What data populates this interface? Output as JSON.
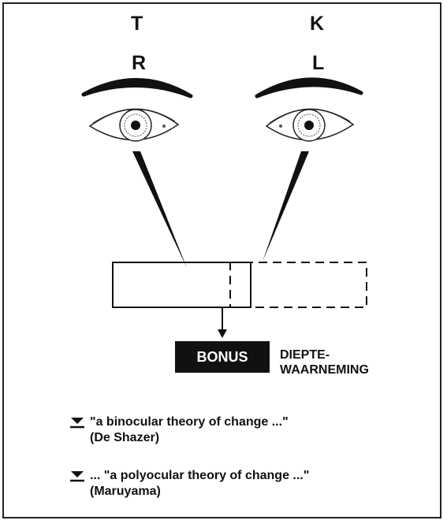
{
  "labels": {
    "right_top": "T",
    "right_bottom": "R",
    "left_top": "K",
    "left_bottom": "L"
  },
  "bonus": "BONUS",
  "diepte_line1": "DIEPTE-",
  "diepte_line2": "WAARNEMING",
  "quotes": [
    {
      "text": "\"a binocular theory of change ...\"",
      "source": "(De Shazer)"
    },
    {
      "text": "... \"a polyocular theory of change ...\"",
      "source": "(Maruyama)"
    }
  ],
  "colors": {
    "ink": "#111111",
    "background": "#ffffff"
  },
  "icons": [
    "eye-icon",
    "eyebrow-icon",
    "down-arrow-icon",
    "triangle-bullet-icon"
  ]
}
